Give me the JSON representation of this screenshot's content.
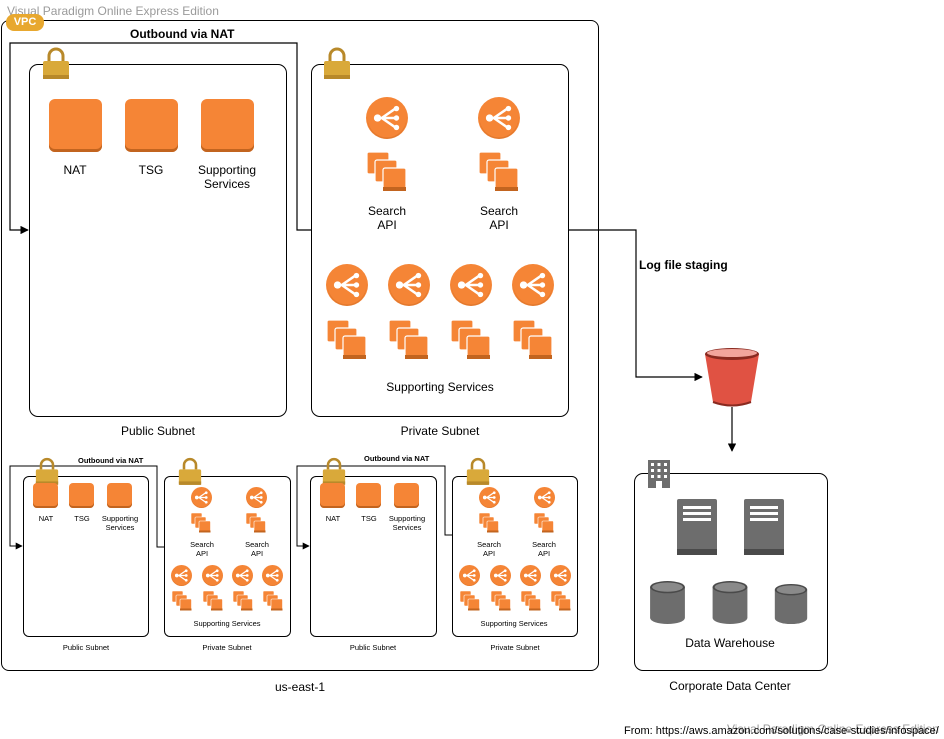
{
  "watermark_top": "Visual Paradigm Online Express Edition",
  "watermark_bottom": "Visual Paradigm Online Express Edition",
  "vpc_badge": "VPC",
  "region_label": "us-east-1",
  "outbound_label": "Outbound via NAT",
  "log_staging_label": "Log file staging",
  "source_text": "From: https://aws.amazon.com/solutions/case-studies/infospace/",
  "public_subnet": {
    "label": "Public Subnet",
    "services": [
      "NAT",
      "TSG",
      "Supporting Services"
    ]
  },
  "private_subnet": {
    "label": "Private Subnet",
    "search_api_label": "Search API",
    "supporting_label": "Supporting Services"
  },
  "corporate": {
    "label": "Corporate Data Center",
    "warehouse_label": "Data Warehouse"
  },
  "colors": {
    "aws_orange": "#f58536",
    "aws_orange_dark": "#c2641f",
    "lock_gold": "#d9a93a",
    "s3_red": "#e05243",
    "server_gray": "#6d6d6d"
  },
  "icons": [
    "lock-icon",
    "load-balancer-icon",
    "instances-icon",
    "s3-bucket-icon",
    "server-icon",
    "database-icon",
    "building-icon"
  ]
}
